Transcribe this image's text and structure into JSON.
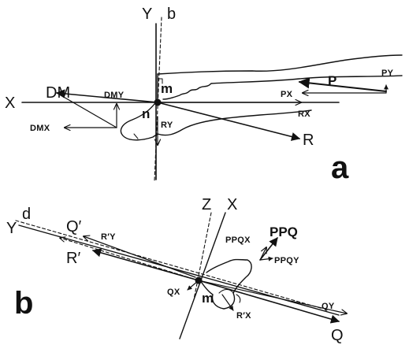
{
  "panel_a": {
    "panel_label": "a",
    "labels": {
      "Y": "Y",
      "b": "b",
      "X": "X",
      "DM": "DM",
      "DMY": "DMY",
      "DMX": "DMX",
      "m": "m",
      "n": "n",
      "RY": "RY",
      "RX": "RX",
      "R": "R",
      "P": "P",
      "PX": "PX",
      "PY": "PY"
    }
  },
  "panel_b": {
    "panel_label": "b",
    "labels": {
      "d": "d",
      "Y": "Y",
      "Qprime": "Q′",
      "RprimeY": "R′Y",
      "Rprime": "R′",
      "Z": "Z",
      "X": "X",
      "PPQ": "PPQ",
      "PPQX": "PPQX",
      "PPQY": "PPQY",
      "QX": "QX",
      "m": "m",
      "RprimeX": "R′X",
      "QY": "QY",
      "Q": "Q"
    }
  }
}
